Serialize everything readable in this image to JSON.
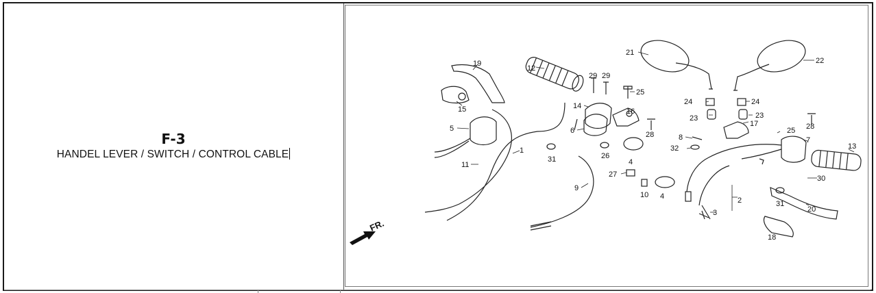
{
  "header": {
    "code": "F-3",
    "description": "HANDEL LEVER / SWITCH / CONTROL CABLE"
  },
  "diagram": {
    "direction_label": "FR.",
    "callouts": [
      {
        "id": "c19",
        "num": "19"
      },
      {
        "id": "c12",
        "num": "12"
      },
      {
        "id": "c21",
        "num": "21"
      },
      {
        "id": "c22",
        "num": "22"
      },
      {
        "id": "c29a",
        "num": "29"
      },
      {
        "id": "c29b",
        "num": "29"
      },
      {
        "id": "c25a",
        "num": "25"
      },
      {
        "id": "c15",
        "num": "15"
      },
      {
        "id": "c14",
        "num": "14"
      },
      {
        "id": "c16",
        "num": "16"
      },
      {
        "id": "c24a",
        "num": "24"
      },
      {
        "id": "c24b",
        "num": "24"
      },
      {
        "id": "c23a",
        "num": "23"
      },
      {
        "id": "c23b",
        "num": "23"
      },
      {
        "id": "c17",
        "num": "17"
      },
      {
        "id": "c28a",
        "num": "28"
      },
      {
        "id": "c5",
        "num": "5"
      },
      {
        "id": "c6",
        "num": "6"
      },
      {
        "id": "c28b",
        "num": "28"
      },
      {
        "id": "c8",
        "num": "8"
      },
      {
        "id": "c25b",
        "num": "25"
      },
      {
        "id": "c7",
        "num": "7"
      },
      {
        "id": "c13",
        "num": "13"
      },
      {
        "id": "c32",
        "num": "32"
      },
      {
        "id": "c1",
        "num": "1"
      },
      {
        "id": "c11",
        "num": "11"
      },
      {
        "id": "c31a",
        "num": "31"
      },
      {
        "id": "c26",
        "num": "26"
      },
      {
        "id": "c4a",
        "num": "4"
      },
      {
        "id": "c27",
        "num": "27"
      },
      {
        "id": "c9",
        "num": "9"
      },
      {
        "id": "c10",
        "num": "10"
      },
      {
        "id": "c4b",
        "num": "4"
      },
      {
        "id": "c30",
        "num": "30"
      },
      {
        "id": "c2",
        "num": "2"
      },
      {
        "id": "c31b",
        "num": "31"
      },
      {
        "id": "c20",
        "num": "20"
      },
      {
        "id": "c3",
        "num": "3"
      },
      {
        "id": "c18",
        "num": "18"
      }
    ]
  }
}
